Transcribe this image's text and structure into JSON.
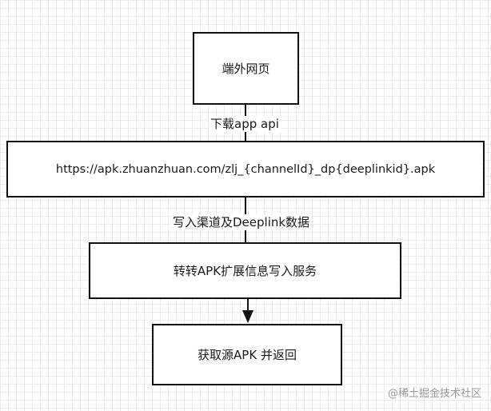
{
  "nodes": {
    "n1": "端外网页",
    "n2": "https://apk.zhuanzhuan.com/zlj_{channelId}_dp{deeplinkid}.apk",
    "n3": "转转APK扩展信息写入服务",
    "n4": "获取源APK 并返回"
  },
  "edges": {
    "e1_label": "下载app api",
    "e2_label": "写入渠道及Deeplink数据"
  },
  "watermark": "@稀土掘金技术社区"
}
